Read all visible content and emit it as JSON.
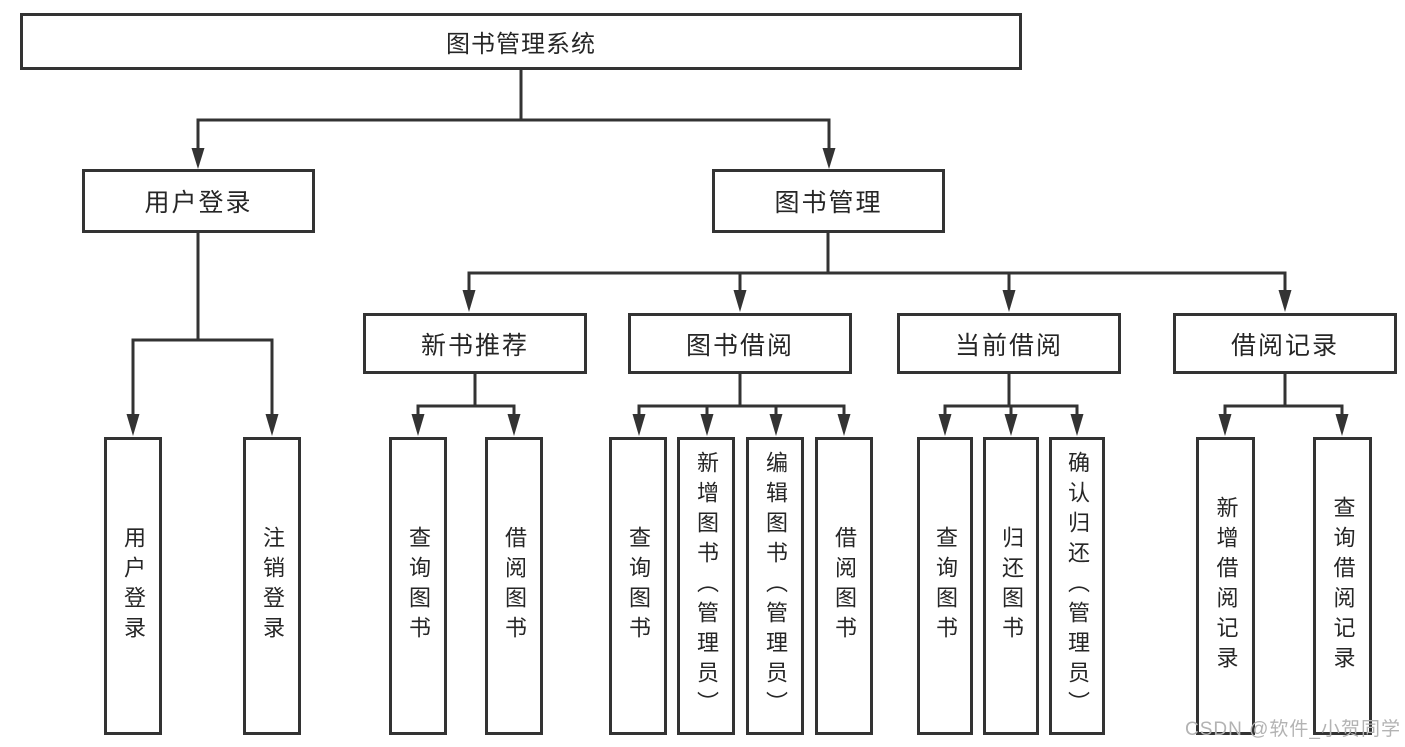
{
  "tree": {
    "root": "图书管理系统",
    "level2": [
      {
        "label": "用户登录",
        "children": [
          {
            "label": "用户登录"
          },
          {
            "label": "注销登录"
          }
        ]
      },
      {
        "label": "图书管理",
        "children": [
          {
            "label": "新书推荐",
            "children": [
              {
                "label": "查询图书"
              },
              {
                "label": "借阅图书"
              }
            ]
          },
          {
            "label": "图书借阅",
            "children": [
              {
                "label": "查询图书"
              },
              {
                "label": "新增图书（管理员）"
              },
              {
                "label": "编辑图书（管理员）"
              },
              {
                "label": "借阅图书"
              }
            ]
          },
          {
            "label": "当前借阅",
            "children": [
              {
                "label": "查询图书"
              },
              {
                "label": "归还图书"
              },
              {
                "label": "确认归还（管理员）"
              }
            ]
          },
          {
            "label": "借阅记录",
            "children": [
              {
                "label": "新增借阅记录"
              },
              {
                "label": "查询借阅记录"
              }
            ]
          }
        ]
      }
    ]
  },
  "watermark": "CSDN @软件_小贺同学",
  "colors": {
    "line": "#333333",
    "text": "#262626",
    "watermark": "#b3b3b3",
    "background": "#ffffff"
  }
}
